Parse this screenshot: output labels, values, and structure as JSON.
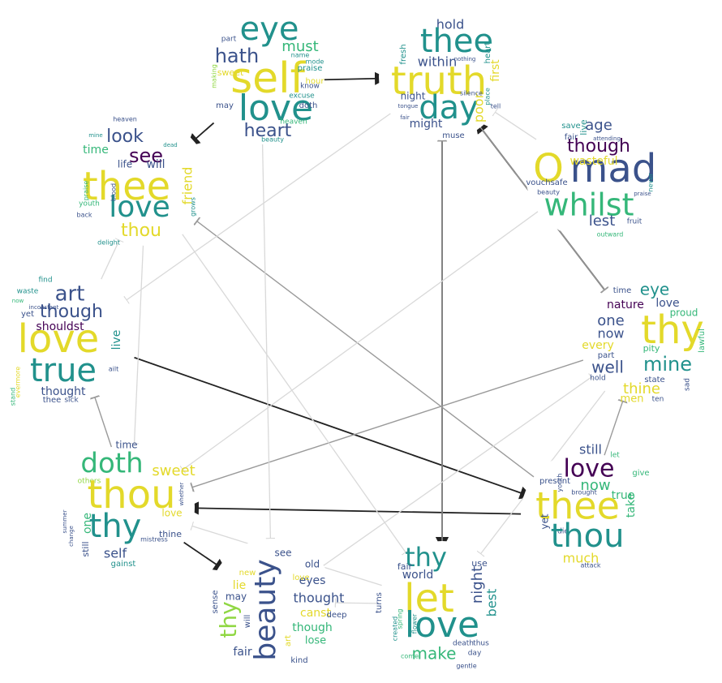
{
  "palette": {
    "purple": "#440154",
    "indigo": "#3b528b",
    "blue": "#31688e",
    "teal": "#21918c",
    "green": "#35b779",
    "lime": "#90d743",
    "yellow": "#e3d92a",
    "grey": "#aaaaaa"
  },
  "clouds": [
    {
      "id": "cloud-top-left",
      "words": [
        {
          "t": "eye",
          "c": "teal"
        },
        {
          "t": "must",
          "c": "green"
        },
        {
          "t": "hath",
          "c": "indigo"
        },
        {
          "t": "self",
          "c": "yellow"
        },
        {
          "t": "love",
          "c": "teal"
        },
        {
          "t": "heart",
          "c": "indigo"
        },
        {
          "t": "may",
          "c": "indigo"
        },
        {
          "t": "hour",
          "c": "yellow"
        },
        {
          "t": "doth",
          "c": "indigo"
        },
        {
          "t": "praise",
          "c": "teal"
        },
        {
          "t": "excuse",
          "c": "teal"
        },
        {
          "t": "know",
          "c": "indigo"
        },
        {
          "t": "sweet",
          "c": "yellow"
        },
        {
          "t": "part",
          "c": "indigo"
        },
        {
          "t": "name",
          "c": "teal"
        },
        {
          "t": "making",
          "c": "lime"
        },
        {
          "t": "mode",
          "c": "teal"
        },
        {
          "t": "beauty",
          "c": "teal"
        },
        {
          "t": "heaven",
          "c": "green"
        }
      ]
    },
    {
      "id": "cloud-top-mid",
      "words": [
        {
          "t": "hold",
          "c": "indigo"
        },
        {
          "t": "thee",
          "c": "teal"
        },
        {
          "t": "within",
          "c": "indigo"
        },
        {
          "t": "truth",
          "c": "yellow"
        },
        {
          "t": "day",
          "c": "teal"
        },
        {
          "t": "night",
          "c": "indigo"
        },
        {
          "t": "might",
          "c": "indigo"
        },
        {
          "t": "muse",
          "c": "indigo"
        },
        {
          "t": "poor",
          "c": "yellow"
        },
        {
          "t": "first",
          "c": "yellow"
        },
        {
          "t": "fresh",
          "c": "teal"
        },
        {
          "t": "heart",
          "c": "teal"
        },
        {
          "t": "nothing",
          "c": "indigo"
        },
        {
          "t": "silence",
          "c": "indigo"
        },
        {
          "t": "place",
          "c": "teal"
        },
        {
          "t": "tongue",
          "c": "indigo"
        },
        {
          "t": "tell",
          "c": "indigo"
        },
        {
          "t": "fair",
          "c": "indigo"
        }
      ]
    },
    {
      "id": "cloud-top-right",
      "words": [
        {
          "t": "save",
          "c": "teal"
        },
        {
          "t": "live",
          "c": "teal"
        },
        {
          "t": "age",
          "c": "indigo"
        },
        {
          "t": "fair",
          "c": "indigo"
        },
        {
          "t": "attending",
          "c": "indigo"
        },
        {
          "t": "though",
          "c": "purple"
        },
        {
          "t": "O",
          "c": "yellow"
        },
        {
          "t": "mad",
          "c": "indigo"
        },
        {
          "t": "wasteful",
          "c": "yellow"
        },
        {
          "t": "vouchsafe",
          "c": "indigo"
        },
        {
          "t": "whilst",
          "c": "green"
        },
        {
          "t": "beauty",
          "c": "indigo"
        },
        {
          "t": "lest",
          "c": "indigo"
        },
        {
          "t": "fruit",
          "c": "indigo"
        },
        {
          "t": "outward",
          "c": "green"
        },
        {
          "t": "never",
          "c": "teal"
        },
        {
          "t": "praise",
          "c": "indigo"
        }
      ]
    },
    {
      "id": "cloud-upper-left",
      "words": [
        {
          "t": "heaven",
          "c": "indigo"
        },
        {
          "t": "look",
          "c": "indigo"
        },
        {
          "t": "see",
          "c": "purple"
        },
        {
          "t": "time",
          "c": "green"
        },
        {
          "t": "life",
          "c": "indigo"
        },
        {
          "t": "will",
          "c": "indigo"
        },
        {
          "t": "thee",
          "c": "yellow"
        },
        {
          "t": "friend",
          "c": "yellow"
        },
        {
          "t": "love",
          "c": "teal"
        },
        {
          "t": "thou",
          "c": "yellow"
        },
        {
          "t": "youth",
          "c": "green"
        },
        {
          "t": "back",
          "c": "indigo"
        },
        {
          "t": "delight",
          "c": "teal"
        },
        {
          "t": "praise",
          "c": "green"
        },
        {
          "t": "blood",
          "c": "indigo"
        },
        {
          "t": "grows",
          "c": "teal"
        },
        {
          "t": "mine",
          "c": "teal"
        },
        {
          "t": "dead",
          "c": "teal"
        }
      ]
    },
    {
      "id": "cloud-mid-left",
      "words": [
        {
          "t": "find",
          "c": "teal"
        },
        {
          "t": "waste",
          "c": "teal"
        },
        {
          "t": "art",
          "c": "indigo"
        },
        {
          "t": "inconstant",
          "c": "indigo"
        },
        {
          "t": "though",
          "c": "indigo"
        },
        {
          "t": "yet",
          "c": "indigo"
        },
        {
          "t": "shouldst",
          "c": "purple"
        },
        {
          "t": "love",
          "c": "yellow"
        },
        {
          "t": "live",
          "c": "teal"
        },
        {
          "t": "true",
          "c": "teal"
        },
        {
          "t": "evermore",
          "c": "yellow"
        },
        {
          "t": "stand",
          "c": "green"
        },
        {
          "t": "thought",
          "c": "indigo"
        },
        {
          "t": "thee",
          "c": "indigo"
        },
        {
          "t": "sick",
          "c": "indigo"
        },
        {
          "t": "ailt",
          "c": "indigo"
        },
        {
          "t": "now",
          "c": "green"
        }
      ]
    },
    {
      "id": "cloud-right",
      "words": [
        {
          "t": "time",
          "c": "indigo"
        },
        {
          "t": "eye",
          "c": "teal"
        },
        {
          "t": "nature",
          "c": "purple"
        },
        {
          "t": "love",
          "c": "indigo"
        },
        {
          "t": "proud",
          "c": "green"
        },
        {
          "t": "one",
          "c": "indigo"
        },
        {
          "t": "thy",
          "c": "yellow"
        },
        {
          "t": "now",
          "c": "indigo"
        },
        {
          "t": "every",
          "c": "yellow"
        },
        {
          "t": "pity",
          "c": "green"
        },
        {
          "t": "lawful",
          "c": "green"
        },
        {
          "t": "part",
          "c": "indigo"
        },
        {
          "t": "well",
          "c": "indigo"
        },
        {
          "t": "mine",
          "c": "teal"
        },
        {
          "t": "hold",
          "c": "indigo"
        },
        {
          "t": "thine",
          "c": "yellow"
        },
        {
          "t": "state",
          "c": "indigo"
        },
        {
          "t": "sad",
          "c": "indigo"
        },
        {
          "t": "men",
          "c": "yellow"
        },
        {
          "t": "ten",
          "c": "indigo"
        }
      ]
    },
    {
      "id": "cloud-lower-left",
      "words": [
        {
          "t": "time",
          "c": "indigo"
        },
        {
          "t": "doth",
          "c": "green"
        },
        {
          "t": "sweet",
          "c": "yellow"
        },
        {
          "t": "others",
          "c": "lime"
        },
        {
          "t": "thou",
          "c": "yellow"
        },
        {
          "t": "one",
          "c": "green"
        },
        {
          "t": "thy",
          "c": "teal"
        },
        {
          "t": "love",
          "c": "yellow"
        },
        {
          "t": "thine",
          "c": "indigo"
        },
        {
          "t": "self",
          "c": "indigo"
        },
        {
          "t": "still",
          "c": "indigo"
        },
        {
          "t": "gainst",
          "c": "teal"
        },
        {
          "t": "mistress",
          "c": "indigo"
        },
        {
          "t": "change",
          "c": "indigo"
        },
        {
          "t": "summer",
          "c": "indigo"
        },
        {
          "t": "whether",
          "c": "indigo"
        }
      ]
    },
    {
      "id": "cloud-bottom-left",
      "words": [
        {
          "t": "see",
          "c": "indigo"
        },
        {
          "t": "lie",
          "c": "yellow"
        },
        {
          "t": "old",
          "c": "indigo"
        },
        {
          "t": "may",
          "c": "indigo"
        },
        {
          "t": "eyes",
          "c": "indigo"
        },
        {
          "t": "new",
          "c": "yellow"
        },
        {
          "t": "beauty",
          "c": "indigo"
        },
        {
          "t": "thought",
          "c": "indigo"
        },
        {
          "t": "canst",
          "c": "yellow"
        },
        {
          "t": "sense",
          "c": "indigo"
        },
        {
          "t": "thy",
          "c": "lime"
        },
        {
          "t": "will",
          "c": "indigo"
        },
        {
          "t": "though",
          "c": "green"
        },
        {
          "t": "deep",
          "c": "indigo"
        },
        {
          "t": "lose",
          "c": "green"
        },
        {
          "t": "fair",
          "c": "indigo"
        },
        {
          "t": "art",
          "c": "yellow"
        },
        {
          "t": "kind",
          "c": "indigo"
        },
        {
          "t": "love",
          "c": "yellow"
        }
      ]
    },
    {
      "id": "cloud-bottom-mid",
      "words": [
        {
          "t": "thy",
          "c": "teal"
        },
        {
          "t": "fair",
          "c": "indigo"
        },
        {
          "t": "use",
          "c": "indigo"
        },
        {
          "t": "world",
          "c": "indigo"
        },
        {
          "t": "let",
          "c": "yellow"
        },
        {
          "t": "night",
          "c": "indigo"
        },
        {
          "t": "best",
          "c": "teal"
        },
        {
          "t": "turns",
          "c": "indigo"
        },
        {
          "t": "love",
          "c": "teal"
        },
        {
          "t": "make",
          "c": "green"
        },
        {
          "t": "death",
          "c": "indigo"
        },
        {
          "t": "thus",
          "c": "indigo"
        },
        {
          "t": "day",
          "c": "indigo"
        },
        {
          "t": "gentle",
          "c": "indigo"
        },
        {
          "t": "created",
          "c": "teal"
        },
        {
          "t": "flower",
          "c": "teal"
        },
        {
          "t": "come",
          "c": "green"
        },
        {
          "t": "spring",
          "c": "green"
        }
      ]
    },
    {
      "id": "cloud-lower-right",
      "words": [
        {
          "t": "still",
          "c": "indigo"
        },
        {
          "t": "let",
          "c": "green"
        },
        {
          "t": "love",
          "c": "purple"
        },
        {
          "t": "give",
          "c": "green"
        },
        {
          "t": "present",
          "c": "indigo"
        },
        {
          "t": "now",
          "c": "green"
        },
        {
          "t": "brought",
          "c": "indigo"
        },
        {
          "t": "true",
          "c": "green"
        },
        {
          "t": "thee",
          "c": "yellow"
        },
        {
          "t": "take",
          "c": "green"
        },
        {
          "t": "yet",
          "c": "indigo"
        },
        {
          "t": "die",
          "c": "indigo"
        },
        {
          "t": "thou",
          "c": "teal"
        },
        {
          "t": "much",
          "c": "yellow"
        },
        {
          "t": "attack",
          "c": "indigo"
        },
        {
          "t": "youth",
          "c": "indigo"
        }
      ]
    }
  ],
  "edges": [
    {
      "from": "cloud-top-left",
      "to": "cloud-top-mid",
      "shade": "dark"
    },
    {
      "from": "cloud-top-left",
      "to": "cloud-upper-left",
      "shade": "dark"
    },
    {
      "from": "cloud-right",
      "to": "cloud-top-mid",
      "shade": "dark"
    },
    {
      "from": "cloud-top-mid",
      "to": "cloud-bottom-mid",
      "shade": "dark"
    },
    {
      "from": "cloud-mid-left",
      "to": "cloud-lower-right",
      "shade": "dark"
    },
    {
      "from": "cloud-lower-right",
      "to": "cloud-lower-left",
      "shade": "dark"
    },
    {
      "from": "cloud-lower-left",
      "to": "cloud-bottom-left",
      "shade": "dark"
    },
    {
      "from": "cloud-bottom-mid",
      "to": "cloud-top-mid",
      "shade": "mid"
    },
    {
      "from": "cloud-lower-right",
      "to": "cloud-right",
      "shade": "mid"
    },
    {
      "from": "cloud-lower-left",
      "to": "cloud-mid-left",
      "shade": "mid"
    },
    {
      "from": "cloud-top-mid",
      "to": "cloud-right",
      "shade": "mid"
    },
    {
      "from": "cloud-lower-right",
      "to": "cloud-upper-left",
      "shade": "mid"
    },
    {
      "from": "cloud-right",
      "to": "cloud-lower-left",
      "shade": "mid"
    },
    {
      "from": "cloud-top-right",
      "to": "cloud-top-mid",
      "shade": "light"
    },
    {
      "from": "cloud-upper-left",
      "to": "cloud-bottom-mid",
      "shade": "light"
    },
    {
      "from": "cloud-bottom-left",
      "to": "cloud-right",
      "shade": "light"
    },
    {
      "from": "cloud-top-mid",
      "to": "cloud-mid-left",
      "shade": "light"
    },
    {
      "from": "cloud-upper-left",
      "to": "cloud-lower-left",
      "shade": "light"
    },
    {
      "from": "cloud-bottom-mid",
      "to": "cloud-lower-left",
      "shade": "light"
    },
    {
      "from": "cloud-right",
      "to": "cloud-bottom-mid",
      "shade": "light"
    },
    {
      "from": "cloud-top-right",
      "to": "cloud-lower-left",
      "shade": "light"
    },
    {
      "from": "cloud-bottom-mid",
      "to": "cloud-bottom-left",
      "shade": "light"
    },
    {
      "from": "cloud-top-left",
      "to": "cloud-bottom-left",
      "shade": "light"
    },
    {
      "from": "cloud-mid-left",
      "to": "cloud-upper-left",
      "shade": "light"
    }
  ]
}
